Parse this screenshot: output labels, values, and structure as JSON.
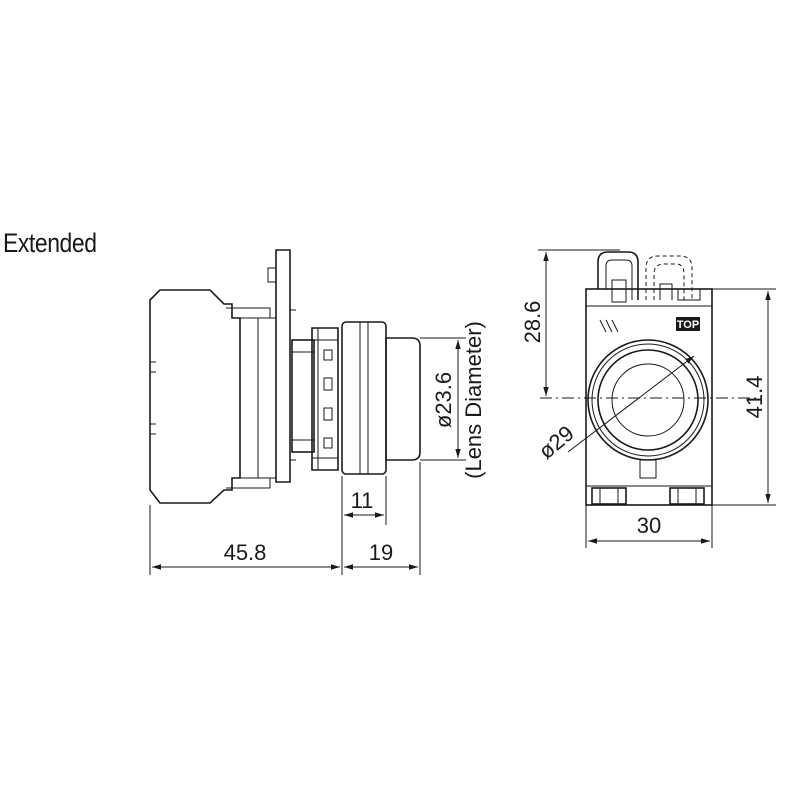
{
  "title": "Extended",
  "side_view": {
    "dim_overall_depth": "45.8",
    "dim_button_length": "19",
    "dim_bezel": "11",
    "dim_lens_diameter": "ø23.6",
    "lens_note": "(Lens Diameter)"
  },
  "front_view": {
    "dim_top_height": "28.6",
    "dim_total_height": "41.4",
    "dim_width": "30",
    "dim_bezel_diameter": "ø29",
    "top_marker": "TOP"
  }
}
